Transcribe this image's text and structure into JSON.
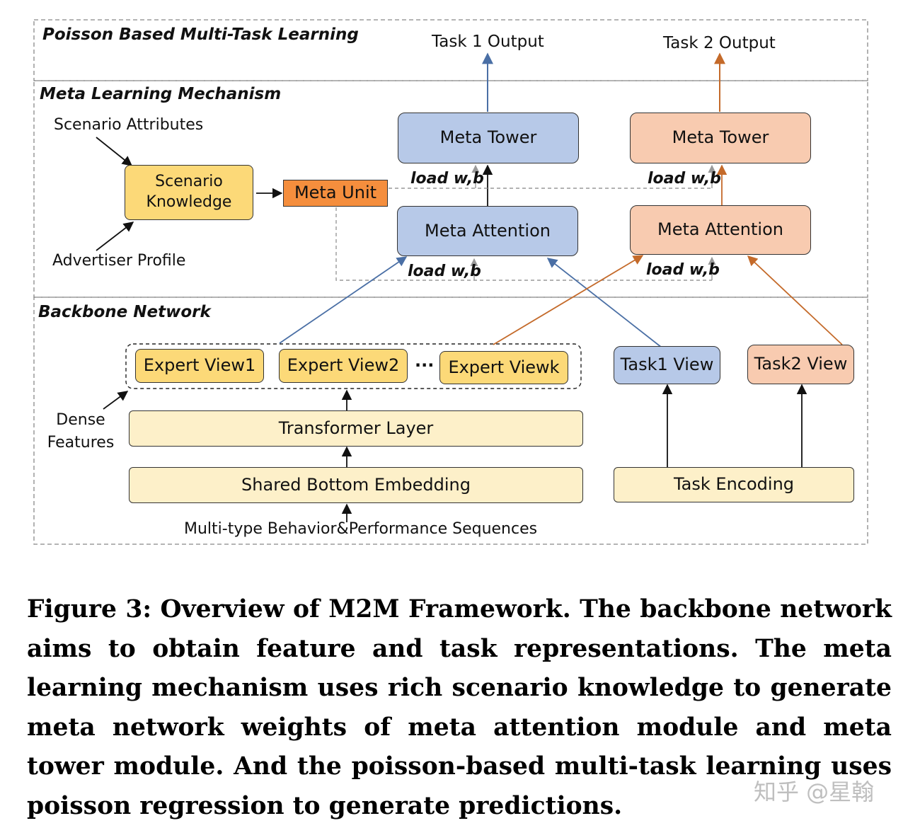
{
  "sections": {
    "poisson": "Poisson Based Multi-Task Learning",
    "meta": "Meta Learning Mechanism",
    "backbone": "Backbone Network"
  },
  "outputs": {
    "task1": "Task 1 Output",
    "task2": "Task 2 Output"
  },
  "meta_section": {
    "scenario_attributes": "Scenario Attributes",
    "advertiser_profile": "Advertiser Profile",
    "scenario_knowledge": "Scenario Knowledge",
    "meta_unit": "Meta Unit",
    "meta_tower": "Meta Tower",
    "meta_attention": "Meta Attention",
    "load_wb": "load w,b"
  },
  "backbone_section": {
    "expert_views": [
      "Expert View1",
      "Expert View2",
      "Expert Viewk"
    ],
    "ellipsis": "···",
    "task1_view": "Task1 View",
    "task2_view": "Task2 View",
    "dense_features": "Dense Features",
    "transformer_layer": "Transformer Layer",
    "shared_bottom_embedding": "Shared Bottom Embedding",
    "task_encoding": "Task Encoding",
    "input_sequences": "Multi-type Behavior&Performance Sequences"
  },
  "caption": "Figure 3: Overview of M2M Framework. The backbone network aims to obtain feature and task representations. The meta learning mechanism uses rich scenario knowledge to generate meta network weights of meta attention module and meta tower module. And the poisson-based multi-task learning uses poisson regression to generate predictions.",
  "watermark": "知乎 @星翰",
  "colors": {
    "blue_box": "#b7c9e8",
    "peach_box": "#f8cbb0",
    "yellow_box": "#fcd978",
    "cream_box": "#fdf0c9",
    "meta_unit": "#f58e3d",
    "blue_arrow": "#4a6fa5",
    "orange_arrow": "#c46a2a"
  }
}
